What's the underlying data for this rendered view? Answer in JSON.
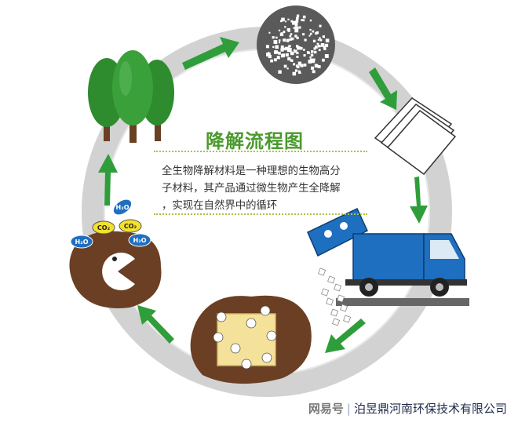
{
  "center": {
    "title": "降解流程图",
    "lines": [
      "全生物降解材料是一种理想的生物高分",
      "子材料，其产品通过微生物产生全降解",
      "，实现在自然界中的循环"
    ]
  },
  "molecules": {
    "h2o_left": "H₂O",
    "co2_top": "CO₂",
    "h2o_top": "H₂O",
    "co2_mid": "CO₂",
    "h2o_right": "H₂O"
  },
  "footer": {
    "platform": "网易号",
    "separator": "|",
    "company": "泊昱鼎河南环保技术有限公司"
  },
  "colors": {
    "ring": "#d2d2d2",
    "arrow": "#2f9e3a",
    "title": "#4a9a2c",
    "soil": "#6b3f23",
    "truck": "#1e6fbf",
    "tree": "#2e8b2e"
  },
  "icons": {
    "stage_1": "trees-icon",
    "stage_2": "granules-icon",
    "stage_3": "film-sheets-icon",
    "stage_4": "garbage-truck-icon",
    "stage_5": "compost-soil-icon",
    "stage_6": "microbe-pacman-icon"
  }
}
